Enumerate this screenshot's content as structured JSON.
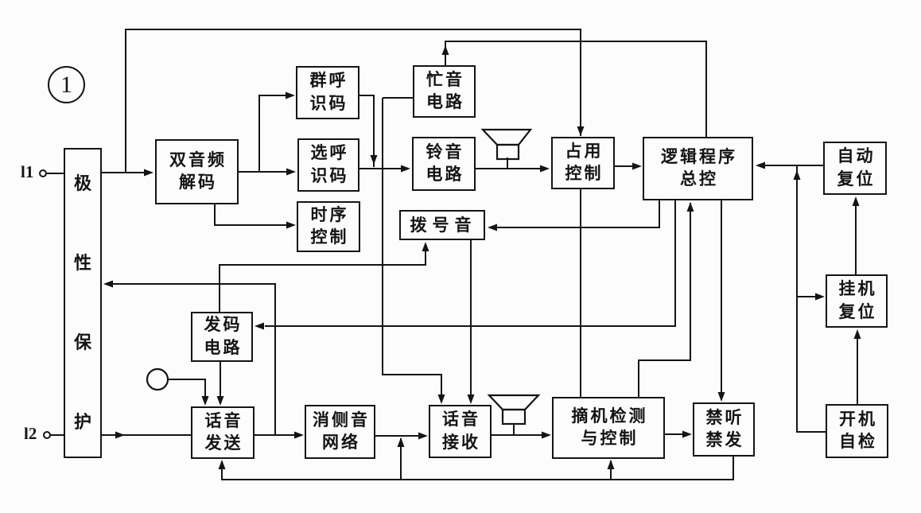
{
  "figure": {
    "number": "1"
  },
  "terminals": {
    "t1": "l1",
    "t2": "l2"
  },
  "colors": {
    "ink": "#141414",
    "paper": "#fcfcfc"
  },
  "blocks": {
    "polarity": {
      "chars": [
        "极",
        "性",
        "保",
        "护"
      ]
    },
    "dtmf_decoder": {
      "lines": [
        "双音频",
        "解码"
      ]
    },
    "group_call_decode": {
      "lines": [
        "群呼",
        "识码"
      ]
    },
    "select_call_decode": {
      "lines": [
        "选呼",
        "识码"
      ]
    },
    "timing_control": {
      "lines": [
        "时序",
        "控制"
      ]
    },
    "busy_tone": {
      "lines": [
        "忙音",
        "电路"
      ]
    },
    "ring_tone": {
      "lines": [
        "铃音",
        "电路"
      ]
    },
    "dial_tone": {
      "lines": [
        "拨号音"
      ]
    },
    "seize_control": {
      "lines": [
        "占用",
        "控制"
      ]
    },
    "logic_master": {
      "lines": [
        "逻辑程序",
        "总控"
      ]
    },
    "auto_reset": {
      "lines": [
        "自动",
        "复位"
      ]
    },
    "onhook_reset": {
      "lines": [
        "挂机",
        "复位"
      ]
    },
    "poweron_selftest": {
      "lines": [
        "开机",
        "自检"
      ]
    },
    "code_sender": {
      "lines": [
        "发码",
        "电路"
      ]
    },
    "voice_send": {
      "lines": [
        "话音",
        "发送"
      ]
    },
    "sidetone_network": {
      "lines": [
        "消侧音",
        "网络"
      ]
    },
    "voice_receive": {
      "lines": [
        "话音",
        "接收"
      ]
    },
    "offhook_detect": {
      "lines": [
        "摘机检测",
        "与控制"
      ]
    },
    "listen_send_disable": {
      "lines": [
        "禁听",
        "禁发"
      ]
    }
  }
}
